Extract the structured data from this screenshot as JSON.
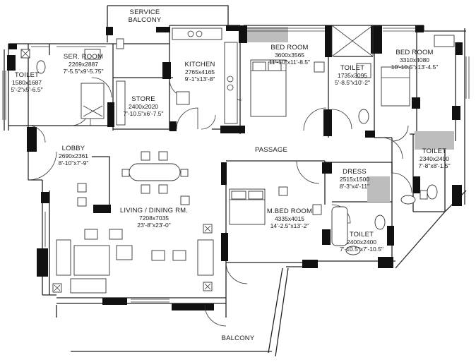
{
  "rooms": [
    {
      "key": "service_balcony",
      "name": "SERVICE\nBALCONY"
    },
    {
      "key": "ser_room",
      "name": "SER. ROOM",
      "dim": "2269x2887",
      "imp": "7'-5.5\"x9'-5.75\""
    },
    {
      "key": "toilet1",
      "name": "TOILET",
      "dim": "1580x1687",
      "imp": "5'-2\"x5'-6.5\""
    },
    {
      "key": "store",
      "name": "STORE",
      "dim": "2400x2020",
      "imp": "7'-10.5\"x6'-7.5\""
    },
    {
      "key": "kitchen",
      "name": "KITCHEN",
      "dim": "2765x4165",
      "imp": "9'-1\"x13'-8\""
    },
    {
      "key": "bed1",
      "name": "BED ROOM",
      "dim": "3600x3565",
      "imp": "11'-10\"x11'-8.5\""
    },
    {
      "key": "toilet2",
      "name": "TOILET",
      "dim": "1735x3095",
      "imp": "5'-8.5\"x10'-2\""
    },
    {
      "key": "bed2",
      "name": "BED ROOM",
      "dim": "3310x4080",
      "imp": "10'-10.5\"x13'-4.5\""
    },
    {
      "key": "toilet3",
      "name": "TOILET",
      "dim": "2340x2490",
      "imp": "7'-8\"x8'-1.5\""
    },
    {
      "key": "lobby",
      "name": "LOBBY",
      "dim": "2690x2361",
      "imp": "8'-10\"x7'-9\""
    },
    {
      "key": "passage",
      "name": "PASSAGE"
    },
    {
      "key": "dress",
      "name": "DRESS",
      "dim": "2515x1500",
      "imp": "8'-3\"x4'-11\""
    },
    {
      "key": "living",
      "name": "LIVING / DINING RM.",
      "dim": "7208x7035",
      "imp": "23'-8\"x23'-0\""
    },
    {
      "key": "mbed",
      "name": "M.BED ROOM",
      "dim": "4335x4015",
      "imp": "14'-2.5\"x13'-2\""
    },
    {
      "key": "toilet4",
      "name": "TOILET",
      "dim": "2400x2400",
      "imp": "7'-10.5\"x7'-10.5\""
    },
    {
      "key": "balcony",
      "name": "BALCONY"
    }
  ]
}
